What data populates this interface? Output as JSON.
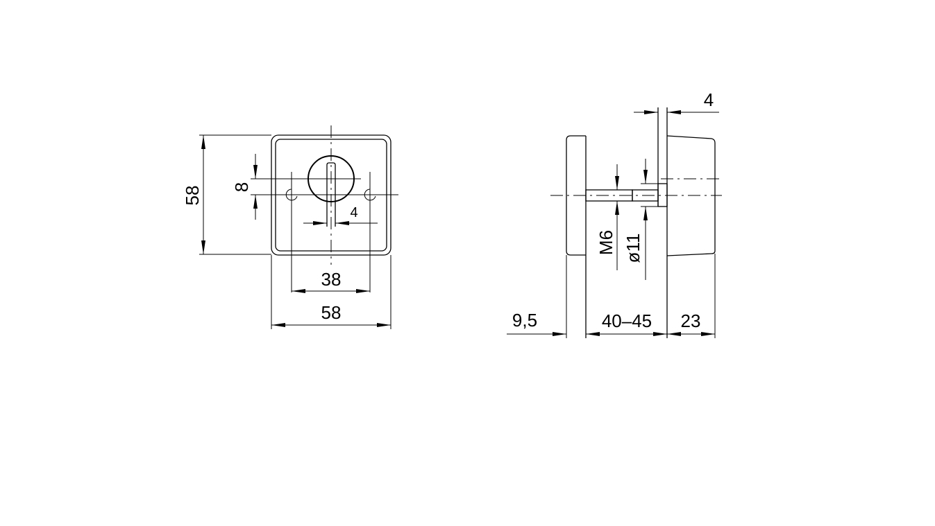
{
  "front_view": {
    "height_label": "58",
    "width_label": "58",
    "hole_spacing_label": "38",
    "offset_label": "8",
    "slot_width_label": "4"
  },
  "side_view": {
    "plate_thickness_label": "4",
    "thread_label": "M6",
    "diameter_label": "ø11",
    "rosette_label": "9,5",
    "door_thickness_label": "40–45",
    "body_depth_label": "23"
  }
}
